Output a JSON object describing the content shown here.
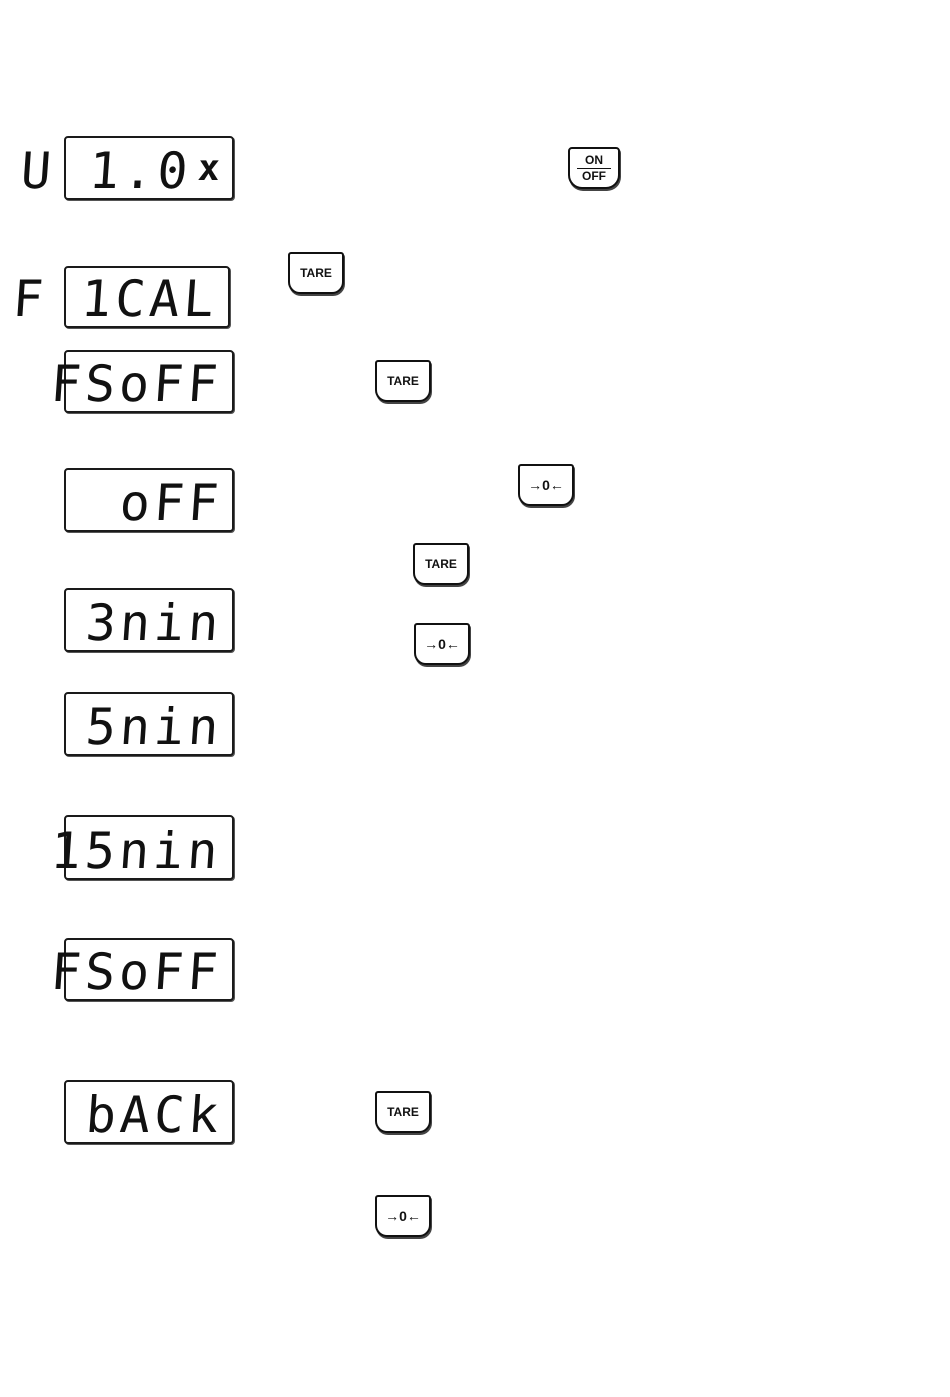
{
  "displays": [
    {
      "id": "version",
      "text": "U 1.0"
    },
    {
      "id": "fical",
      "text": "F 1CAL"
    },
    {
      "id": "fsoff-1",
      "text": "FSoFF"
    },
    {
      "id": "off",
      "text": "oFF"
    },
    {
      "id": "3min",
      "text": "3nin"
    },
    {
      "id": "5min",
      "text": "5nin"
    },
    {
      "id": "15min",
      "text": "15nin"
    },
    {
      "id": "fsoff-2",
      "text": "FSoFF"
    },
    {
      "id": "back",
      "text": "bACk"
    }
  ],
  "version_suffix": "x",
  "keys": {
    "onoff_top": "ON",
    "onoff_bottom": "OFF",
    "tare": "TARE",
    "zero": "→0←"
  }
}
